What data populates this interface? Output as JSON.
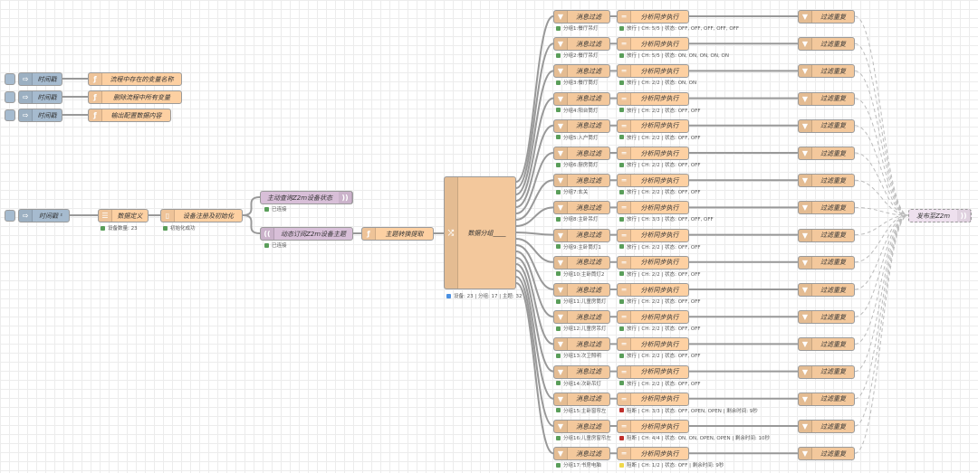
{
  "injects": [
    "时间戳",
    "时间戳",
    "时间戳"
  ],
  "init_funcs": [
    "流程中存在的变量名称",
    "删除流程中所有变量",
    "输出配置数据内容"
  ],
  "main_inject": "时间戳 ¹",
  "data_def": {
    "label": "数据定义",
    "status": "设备数量: 23"
  },
  "device_reg": {
    "label": "设备注册及初始化",
    "status": "初始化成功"
  },
  "mqtt_status": {
    "label": "主动查询Z2m设备状态",
    "status": "已连接"
  },
  "mqtt_sub": {
    "label": "动态订阅Z2m设备主题",
    "status": "已连接"
  },
  "topic_extract": "主题转换提取",
  "data_group": {
    "label": "数据分组____",
    "status": "设备: 23 | 分组: 17 | 主题: 32"
  },
  "publish": "发布至Z2m",
  "rows": [
    {
      "filter": "消息过滤",
      "filter_status": "分组1:餐厅吊灯",
      "exec": "分析同步执行",
      "exec_status": "放行 | CH: 5/5 | 状态: OFF, OFF, OFF, OFF, OFF",
      "exec_color": "green",
      "dedupe": "过滤重复"
    },
    {
      "filter": "消息过滤",
      "filter_status": "分组2:餐厅吊灯",
      "exec": "分析同步执行",
      "exec_status": "放行 | CH: 5/5 | 状态: ON, ON, ON, ON, ON",
      "exec_color": "green",
      "dedupe": "过滤重复"
    },
    {
      "filter": "消息过滤",
      "filter_status": "分组3:餐厅筒灯",
      "exec": "分析同步执行",
      "exec_status": "放行 | CH: 2/2 | 状态: ON, ON",
      "exec_color": "green",
      "dedupe": "过滤重复"
    },
    {
      "filter": "消息过滤",
      "filter_status": "分组4:阳台筒灯",
      "exec": "分析同步执行",
      "exec_status": "放行 | CH: 2/2 | 状态: OFF, OFF",
      "exec_color": "green",
      "dedupe": "过滤重复"
    },
    {
      "filter": "消息过滤",
      "filter_status": "分组5:入户筒灯",
      "exec": "分析同步执行",
      "exec_status": "放行 | CH: 2/2 | 状态: OFF, OFF",
      "exec_color": "green",
      "dedupe": "过滤重复"
    },
    {
      "filter": "消息过滤",
      "filter_status": "分组6:厨房筒灯",
      "exec": "分析同步执行",
      "exec_status": "放行 | CH: 2/2 | 状态: OFF, OFF",
      "exec_color": "green",
      "dedupe": "过滤重复"
    },
    {
      "filter": "消息过滤",
      "filter_status": "分组7:玄关",
      "exec": "分析同步执行",
      "exec_status": "放行 | CH: 2/2 | 状态: OFF, OFF",
      "exec_color": "green",
      "dedupe": "过滤重复"
    },
    {
      "filter": "消息过滤",
      "filter_status": "分组8:主卧吊灯",
      "exec": "分析同步执行",
      "exec_status": "放行 | CH: 3/3 | 状态: OFF, OFF, OFF",
      "exec_color": "green",
      "dedupe": "过滤重复"
    },
    {
      "filter": "消息过滤",
      "filter_status": "分组9:主卧筒灯1",
      "exec": "分析同步执行",
      "exec_status": "放行 | CH: 2/2 | 状态: OFF, OFF",
      "exec_color": "green",
      "dedupe": "过滤重复"
    },
    {
      "filter": "消息过滤",
      "filter_status": "分组10:主卧筒灯2",
      "exec": "分析同步执行",
      "exec_status": "放行 | CH: 2/2 | 状态: OFF, OFF",
      "exec_color": "green",
      "dedupe": "过滤重复"
    },
    {
      "filter": "消息过滤",
      "filter_status": "分组11:儿童房筒灯",
      "exec": "分析同步执行",
      "exec_status": "放行 | CH: 2/2 | 状态: OFF, OFF",
      "exec_color": "green",
      "dedupe": "过滤重复"
    },
    {
      "filter": "消息过滤",
      "filter_status": "分组12:儿童房吊灯",
      "exec": "分析同步执行",
      "exec_status": "放行 | CH: 2/2 | 状态: OFF, OFF",
      "exec_color": "green",
      "dedupe": "过滤重复"
    },
    {
      "filter": "消息过滤",
      "filter_status": "分组13:次卫照明",
      "exec": "分析同步执行",
      "exec_status": "放行 | CH: 2/2 | 状态: OFF, OFF",
      "exec_color": "green",
      "dedupe": "过滤重复"
    },
    {
      "filter": "消息过滤",
      "filter_status": "分组14:次卧吊灯",
      "exec": "分析同步执行",
      "exec_status": "放行 | CH: 2/2 | 状态: OFF, OFF",
      "exec_color": "green",
      "dedupe": "过滤重复"
    },
    {
      "filter": "消息过滤",
      "filter_status": "分组15:主卧窗帘左",
      "exec": "分析同步执行",
      "exec_status": "阻断 | CH: 3/3 | 状态: OFF, OPEN, OPEN | 剩余时间: 9秒",
      "exec_color": "red",
      "dedupe": "过滤重复"
    },
    {
      "filter": "消息过滤",
      "filter_status": "分组16:儿童房窗帘左",
      "exec": "分析同步执行",
      "exec_status": "阻断 | CH: 4/4 | 状态: ON, ON, OPEN, OPEN | 剩余时间: 10秒",
      "exec_color": "red",
      "dedupe": "过滤重复"
    },
    {
      "filter": "消息过滤",
      "filter_status": "分组17:书房电脑",
      "exec": "分析同步执行",
      "exec_status": "阻断 | CH: 1/2 | 状态: OFF | 剩余时间: 9秒",
      "exec_color": "yellow",
      "dedupe": "过滤重复"
    }
  ]
}
